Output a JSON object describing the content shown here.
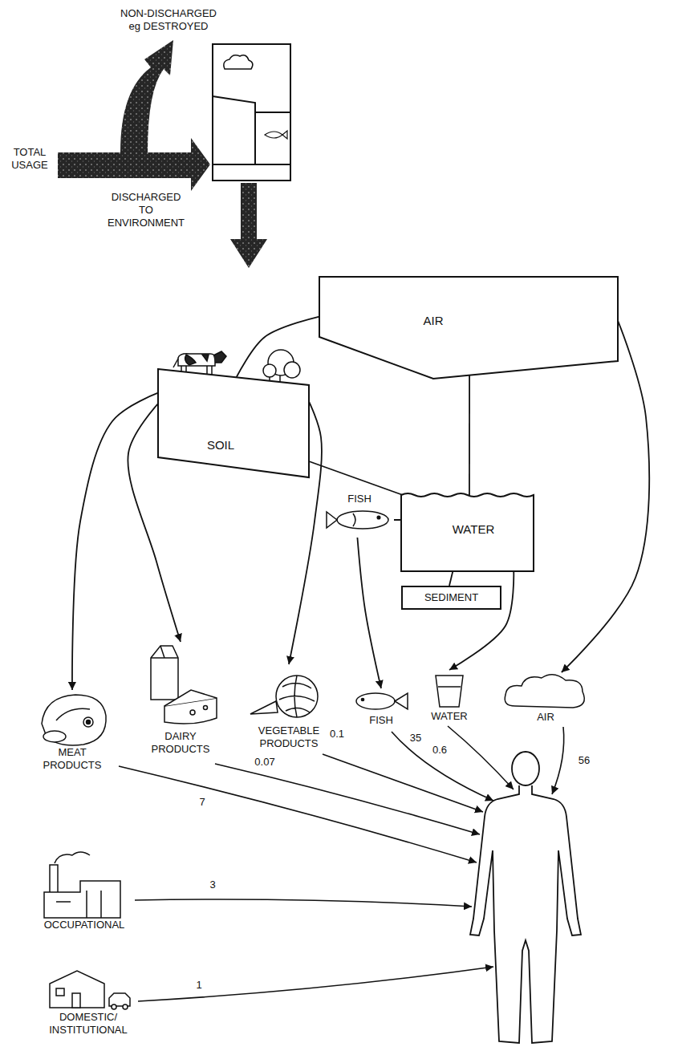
{
  "diagram": {
    "nodes": [
      {
        "text": [
          "AIR"
        ]
      },
      {
        "text": [
          "SOIL"
        ]
      },
      {
        "text": [
          "FISH"
        ]
      },
      {
        "text": [
          "WATER"
        ]
      },
      {
        "text": [
          "SEDIMENT"
        ]
      },
      {
        "text": [
          "MEAT PRODUCTS"
        ]
      },
      {
        "text": [
          "DAIRY PRODUCTS"
        ]
      },
      {
        "text": [
          "VEGETABLE PRODUCTS"
        ]
      },
      {
        "text": [
          "FISH"
        ]
      },
      {
        "text": [
          "WATER"
        ]
      },
      {
        "text": [
          "AIR"
        ]
      },
      {
        "text": [
          "OCCUPATIONAL"
        ]
      },
      {
        "text": [
          "DOMESTIC/ INSTITUTIONAL"
        ]
      }
    ],
    "edges": [
      {
        "from": 0,
        "to": 1,
        "arrow": "none"
      },
      {
        "from": 0,
        "to": 3,
        "arrow": "none"
      },
      {
        "from": 1,
        "to": 3,
        "arrow": "none"
      },
      {
        "from": 2,
        "to": 3,
        "arrow": "none"
      },
      {
        "from": 3,
        "to": 4,
        "arrow": "none"
      },
      {
        "from": 1,
        "to": 5,
        "arrow": "to"
      },
      {
        "from": 1,
        "to": 6,
        "arrow": "to"
      },
      {
        "from": 1,
        "to": 7,
        "arrow": "to"
      },
      {
        "from": 2,
        "to": 8,
        "arrow": "to"
      },
      {
        "from": 3,
        "to": 9,
        "arrow": "to"
      },
      {
        "from": 0,
        "to": 10,
        "arrow": "to"
      }
    ],
    "labels": [
      "NON-DISCHARGED eg DESTROYED",
      "TOTAL USAGE",
      "DISCHARGED TO ENVIRONMENT",
      "7",
      "0.07",
      "0.1",
      "35",
      "0.6",
      "56",
      "3",
      "1"
    ]
  }
}
